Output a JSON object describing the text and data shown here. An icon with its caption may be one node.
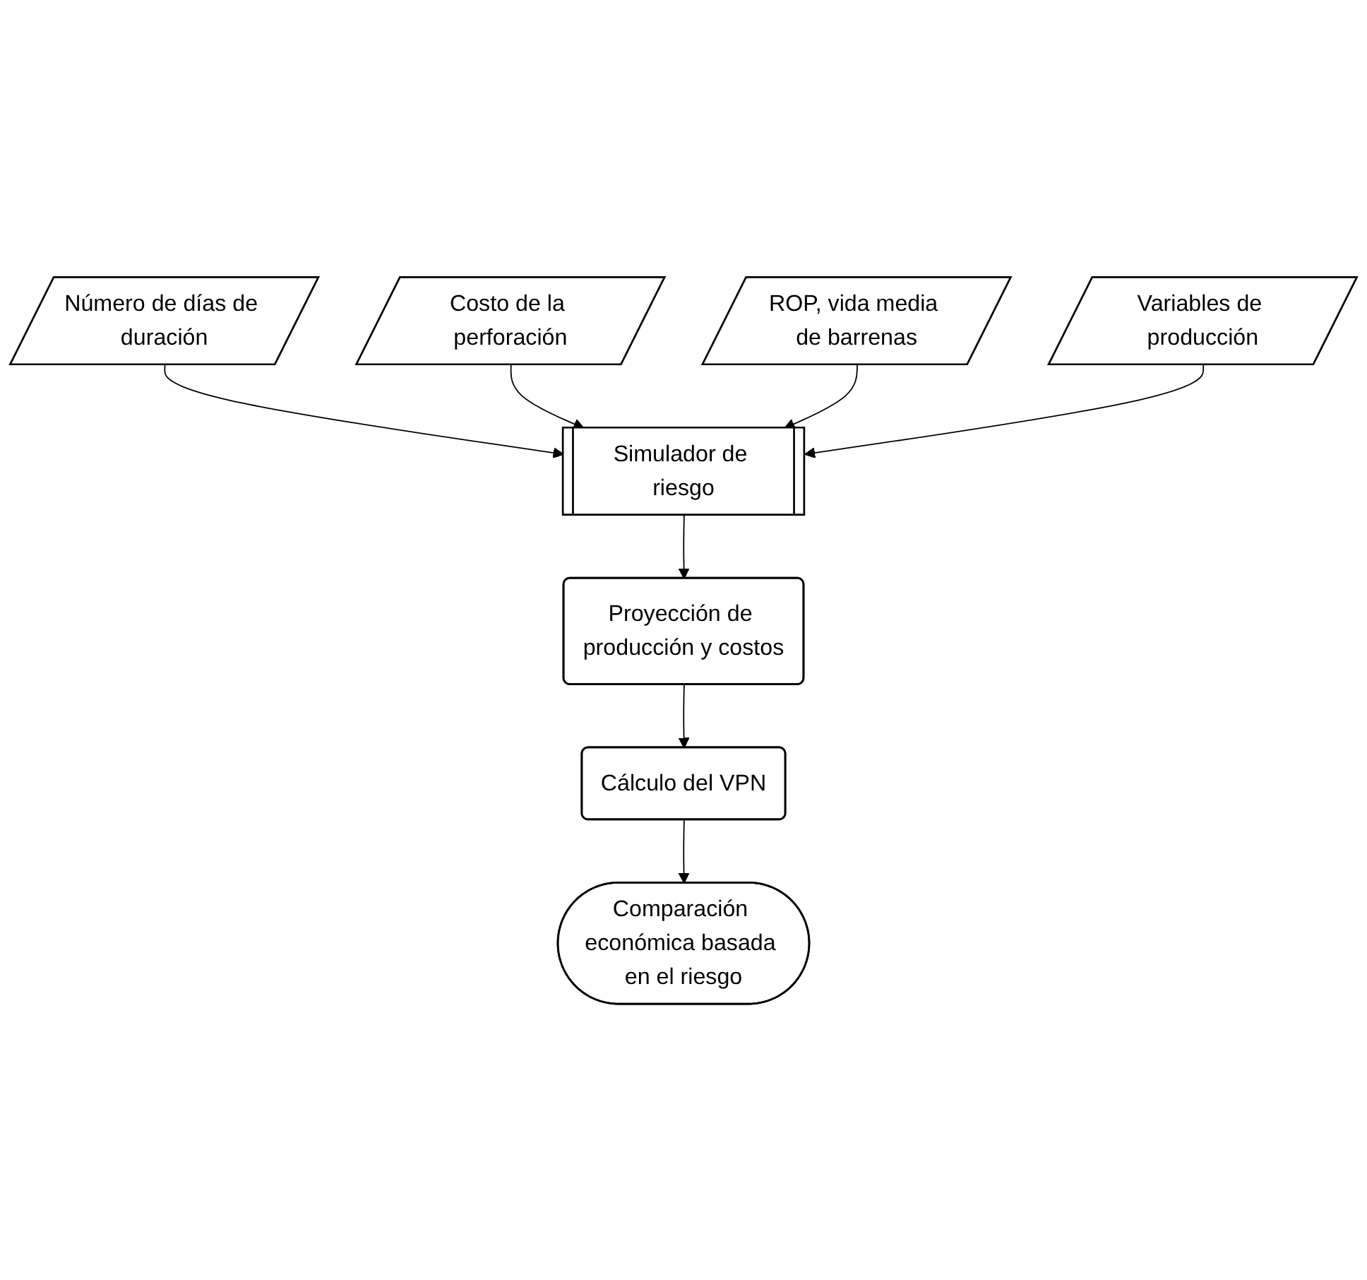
{
  "diagram": {
    "nodes": [
      {
        "text": [
          "Número de días de duración"
        ]
      },
      {
        "text": [
          "Costo de la perforación"
        ]
      },
      {
        "text": [
          "ROP, vida media de barrenas"
        ]
      },
      {
        "text": [
          "Variables de producción"
        ]
      },
      {
        "text": [
          "Simulador de riesgo"
        ]
      },
      {
        "text": [
          "Proyección de producción y costos"
        ]
      },
      {
        "text": [
          "Cálculo del VPN"
        ]
      },
      {
        "text": [
          "Comparación económica basada en el riesgo"
        ]
      }
    ],
    "edges": [
      {
        "from": 0,
        "to": 4,
        "arrow": "to"
      },
      {
        "from": 1,
        "to": 4,
        "arrow": "to"
      },
      {
        "from": 2,
        "to": 4,
        "arrow": "to"
      },
      {
        "from": 3,
        "to": 4,
        "arrow": "to"
      },
      {
        "from": 4,
        "to": 5,
        "arrow": "to"
      },
      {
        "from": 5,
        "to": 6,
        "arrow": "to"
      },
      {
        "from": 6,
        "to": 7,
        "arrow": "to"
      }
    ]
  }
}
